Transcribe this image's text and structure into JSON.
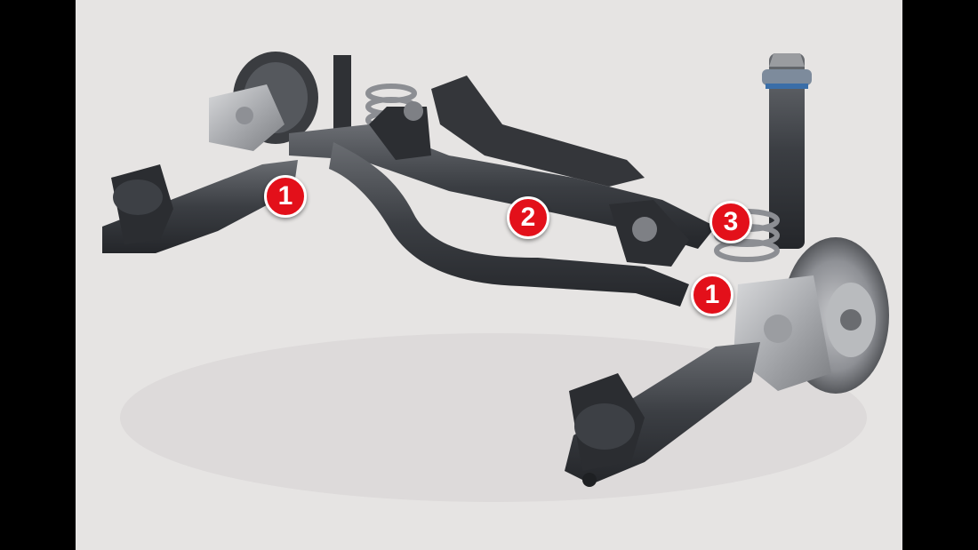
{
  "image": {
    "subject": "rear-suspension-assembly",
    "background_color": "#e6e4e3",
    "letterbox_color": "#000000",
    "marker_color": "#e3101a"
  },
  "markers": [
    {
      "label": "1"
    },
    {
      "label": "2"
    },
    {
      "label": "3"
    },
    {
      "label": "1"
    }
  ]
}
